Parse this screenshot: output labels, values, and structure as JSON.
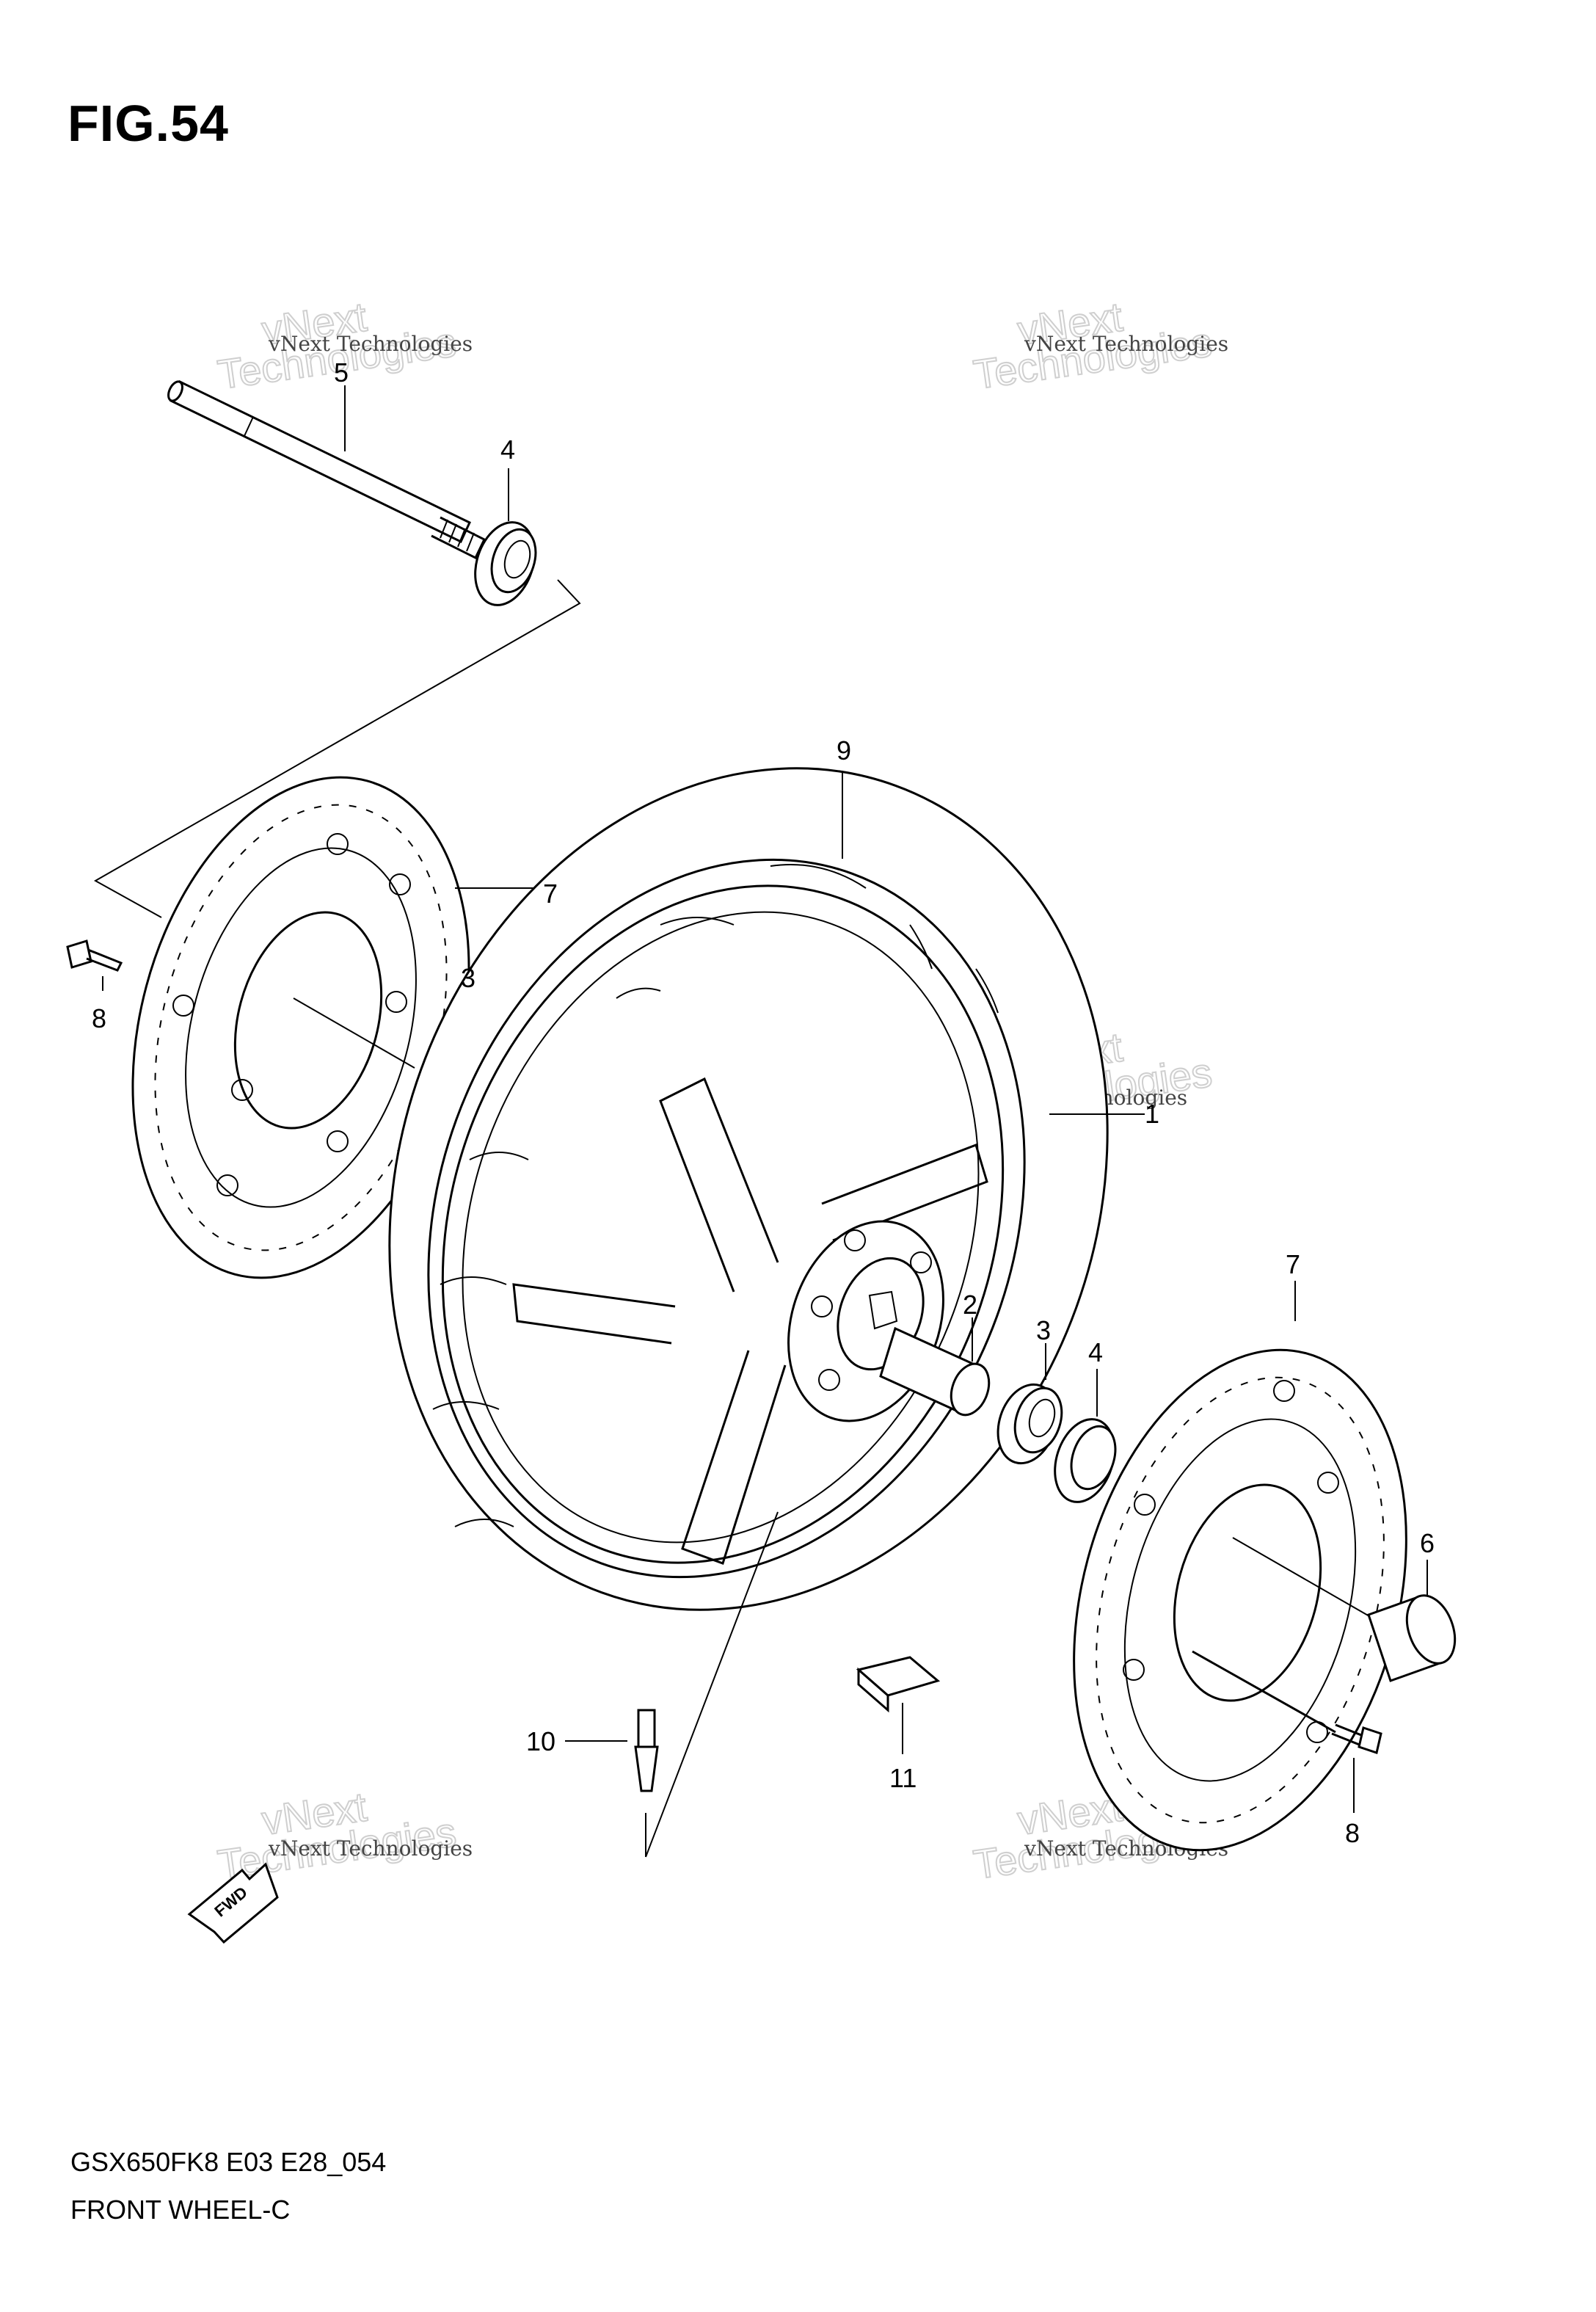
{
  "figure": {
    "title": "FIG.54",
    "model_code": "GSX650FK8 E03 E28_054",
    "name": "FRONT WHEEL-C"
  },
  "watermark": {
    "line1": "vNext Technologies",
    "line2": "vNext",
    "line3": "Technologies"
  },
  "fwd_label": "FWD",
  "callouts": [
    "1",
    "2",
    "3",
    "3",
    "4",
    "4",
    "5",
    "6",
    "7",
    "7",
    "8",
    "8",
    "9",
    "10",
    "11"
  ]
}
